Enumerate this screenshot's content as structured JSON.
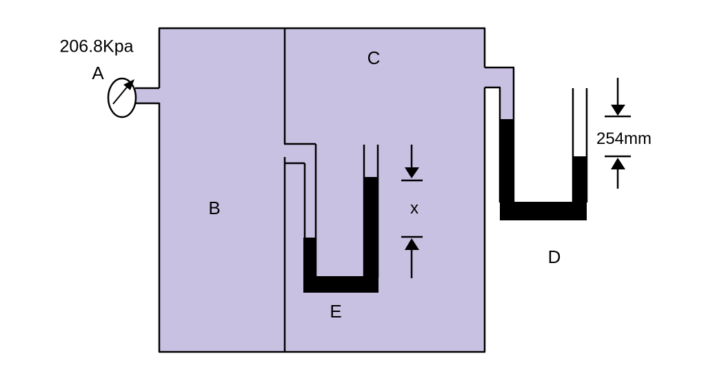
{
  "diagram_title": "pressurized-chambers-with-manometers",
  "gauge": {
    "label": "A",
    "reading": "206.8Kpa"
  },
  "chambers": {
    "left_label": "B",
    "right_label": "C"
  },
  "manometers": {
    "inner": {
      "label": "E",
      "dimension": "x"
    },
    "outer": {
      "label": "D",
      "dimension": "254mm"
    }
  },
  "colors": {
    "fluid": "#C9C1E2",
    "mercury": "#000000",
    "line": "#000000",
    "background": "#FFFFFF"
  }
}
